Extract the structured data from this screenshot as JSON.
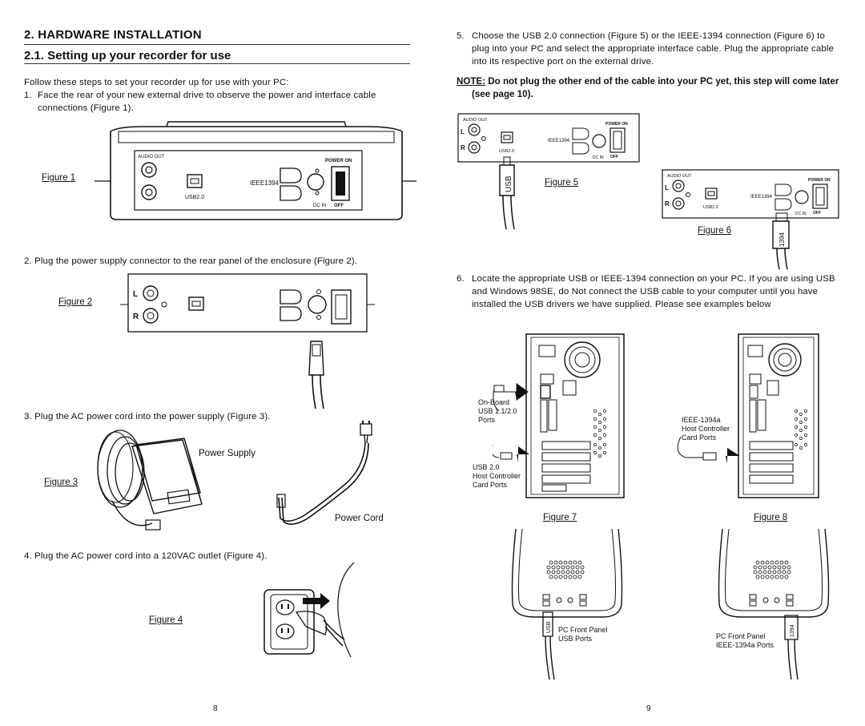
{
  "left": {
    "heading": "2. HARDWARE INSTALLATION",
    "subheading": "2.1. Setting up your recorder for use",
    "intro": "Follow these steps to set your recorder up for use with your PC:",
    "step1_num": "1.",
    "step1_line1": "Face the rear of your new external drive to observe the power and interface cable",
    "step1_line2": "connections (Figure 1).",
    "fig1_caption": "Figure 1",
    "fig1_labels": {
      "audio_out": "AUDIO OUT",
      "usb": "USB2.0",
      "ieee": "IEEE1394",
      "power_on": "POWER ON",
      "dc_in": "DC IN",
      "off": "OFF"
    },
    "step2": "2. Plug the power supply connector to the rear panel of the enclosure (Figure 2).",
    "fig2_caption": "Figure 2",
    "fig2_labels": {
      "l": "L",
      "r": "R"
    },
    "step3": "3. Plug the AC power cord into the power supply (Figure 3).",
    "fig3_caption": "Figure 3",
    "power_supply_label": "Power Supply",
    "power_cord_label": "Power Cord",
    "step4": "4. Plug the AC power cord into a 120VAC outlet (Figure 4).",
    "fig4_caption": "Figure 4",
    "page_number": "8"
  },
  "right": {
    "step5_num": "5.",
    "step5_line1": "Choose the USB 2.0 connection (Figure 5) or the IEEE-1394 connection (Figure 6) to",
    "step5_line2": "plug into your PC and select the appropriate interface cable. Plug the appropriate cable",
    "step5_line3": "into its respective port on the external drive.",
    "note_label": "NOTE:",
    "note_line1": " Do not plug the other end of the cable into your PC yet, this step will come later",
    "note_line2": "(see page 10).",
    "fig5_caption": "Figure 5",
    "fig6_caption": "Figure 6",
    "cable_usb": "USB",
    "cable_1394": "1394",
    "step6_num": "6.",
    "step6_line1": "Locate the appropriate USB or IEEE-1394 connection on your PC. If you are using USB",
    "step6_line2": "and Windows 98SE, do Not connect the USB cable to your computer until you have",
    "step6_line3": "installed the USB  drivers we have supplied. Please see examples below",
    "fig7_labels": {
      "onboard1": "On-Board",
      "onboard2": "USB 1.1/2.0",
      "onboard3": "Ports",
      "usb20_1": "USB 2.0",
      "usb20_2": "Host Controller",
      "usb20_3": "Card Ports"
    },
    "fig8_labels": {
      "ieee1": "IEEE-1394a",
      "ieee2": "Host Controller",
      "ieee3": "Card Ports"
    },
    "fig7_caption": "Figure 7",
    "fig8_caption": "Figure 8",
    "front_usb_1": "PC Front Panel",
    "front_usb_2": "USB Ports",
    "front_1394_1": "PC Front Panel",
    "front_1394_2": "IEEE-1394a Ports",
    "page_number": "9"
  }
}
